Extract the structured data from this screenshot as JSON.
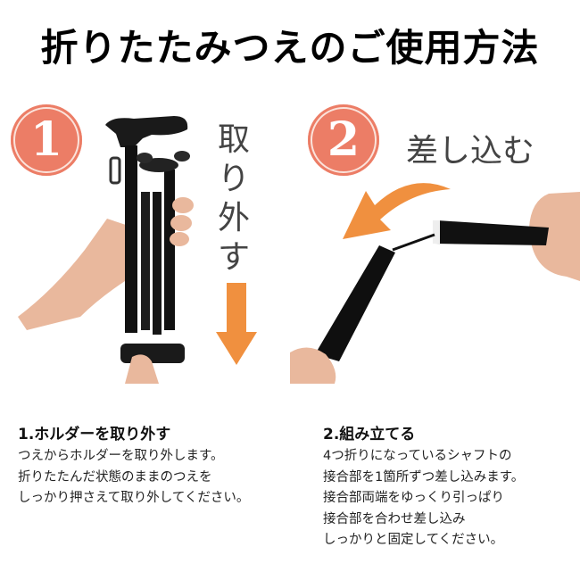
{
  "header": {
    "title": "折りたたみつえのご使用方法"
  },
  "colors": {
    "badge": "#ec7d66",
    "arrow": "#f0903f",
    "text": "#111111",
    "label": "#444444"
  },
  "panels": [
    {
      "badge_number": "1",
      "overlay_label_chars": [
        "取",
        "り",
        "外",
        "す"
      ],
      "arrow": "down-arrow",
      "image": "hand-holding-folded-cane-removing-holder"
    },
    {
      "badge_number": "2",
      "overlay_label": "差し込む",
      "arrow": "curved-left-arrow",
      "image": "hands-connecting-cane-shaft-segments"
    }
  ],
  "steps": [
    {
      "title": "1.ホルダーを取り外す",
      "lines": [
        "つえからホルダーを取り外します。",
        "折りたたんだ状態のままのつえを",
        "しっかり押さえて取り外してください。"
      ]
    },
    {
      "title": "2.組み立てる",
      "lines": [
        "4つ折りになっているシャフトの",
        "接合部を1箇所ずつ差し込みます。",
        "接合部両端をゆっくり引っぱり",
        "接合部を合わせ差し込み",
        "しっかりと固定してください。"
      ]
    }
  ]
}
